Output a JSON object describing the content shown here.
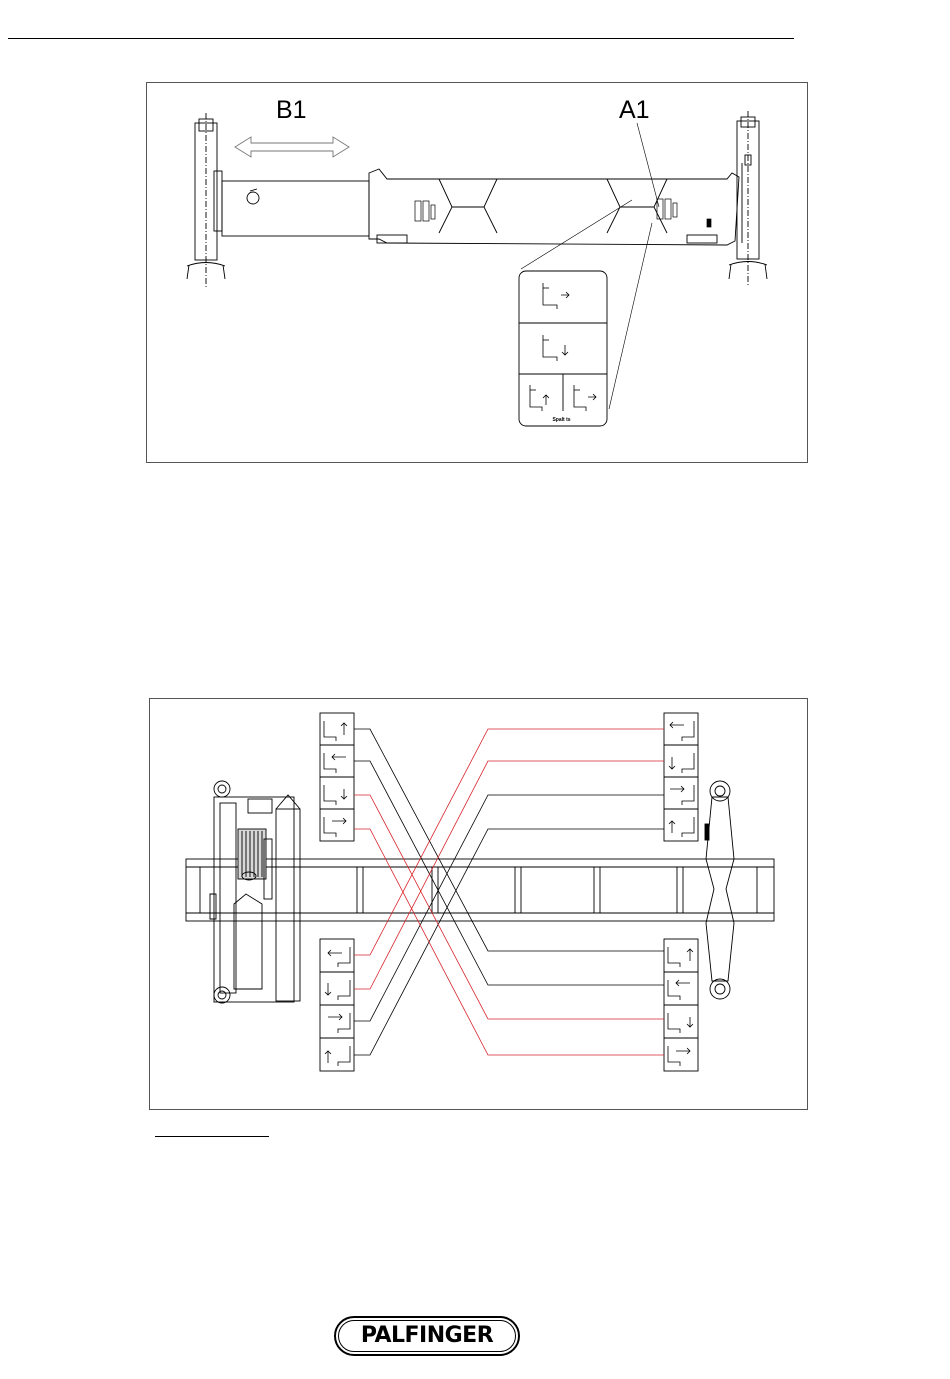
{
  "figure_top": {
    "callouts": {
      "b1": "B1",
      "a1": "A1"
    },
    "panel_caption": "Spalt ts"
  },
  "footer": {
    "logo_text": "PALFINGER"
  }
}
